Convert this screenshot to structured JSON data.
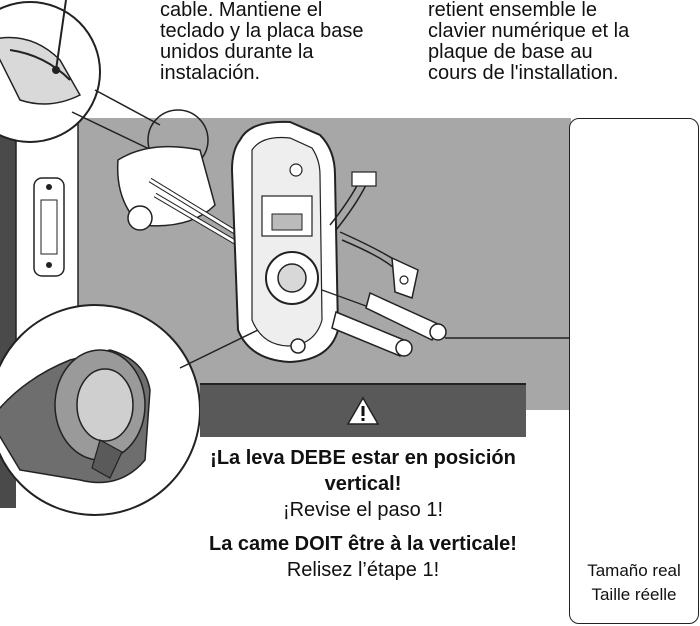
{
  "callout_es": {
    "lines": [
      "cable. Mantiene el",
      "teclado y la placa base",
      "unidos durante la",
      "instalación."
    ]
  },
  "callout_fr": {
    "lines": [
      "retient ensemble le",
      "clavier numérique et la",
      "plaque de base au",
      "cours de l'installation."
    ]
  },
  "warning": {
    "icon": "warning-triangle-icon",
    "es_bold": "¡La leva DEBE estar en posición vertical!",
    "es_normal": "¡Revise el paso 1!",
    "fr_bold": "La came DOIT être à la verticale!",
    "fr_normal": "Relisez l’étape 1!"
  },
  "scale_note": {
    "es": "Tamaño real",
    "fr": "Taille réelle"
  },
  "colors": {
    "panel_gray": "#a7a7a7",
    "door_dark": "#4a4a4a",
    "warn_header": "#595959"
  }
}
